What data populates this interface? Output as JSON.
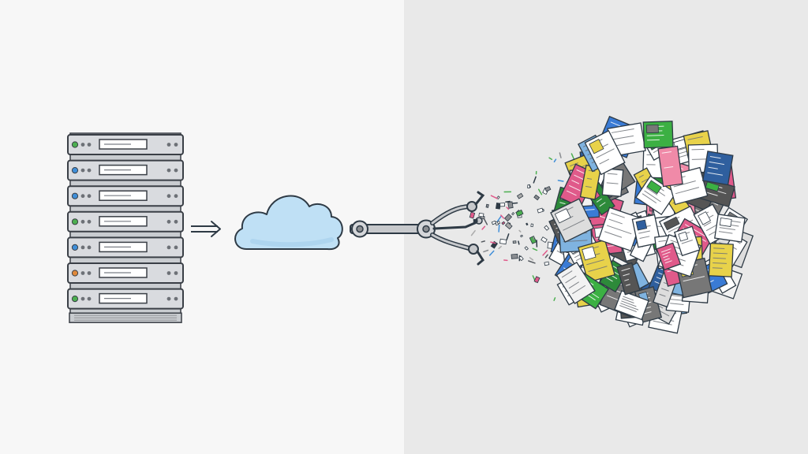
{
  "colors": {
    "left_background": "#f7f7f7",
    "right_background": "#e9e9e9",
    "server_fill": "#d9dbdf",
    "server_outline": "#3a3f46",
    "led_green": "#4caf50",
    "led_blue": "#3f8ed8",
    "led_orange": "#e0893a",
    "cloud_fill": "#bfe0f5",
    "cloud_outline": "#2e3a45",
    "arm_fill": "#c7c9cc",
    "document_colors": [
      "#ffffff",
      "#ffffff",
      "#f2f2f2",
      "#3cb043",
      "#e05a8a",
      "#2f5f9e",
      "#555555",
      "#e8d24a",
      "#7fb3e0",
      "#2d8a3a",
      "#f08aa8",
      "#777777",
      "#dddddd",
      "#ffffff",
      "#3a7bd5",
      "#ffffff"
    ]
  },
  "icons": {
    "server": "server-rack-icon",
    "arrow": "double-arrow-icon",
    "cloud": "cloud-icon",
    "arm": "robotic-arm-icon",
    "documents": "document-pile-icon"
  },
  "server_rack": {
    "unit_count": 7,
    "led_colors": [
      "green",
      "blue",
      "blue",
      "green",
      "blue",
      "orange",
      "green"
    ]
  }
}
